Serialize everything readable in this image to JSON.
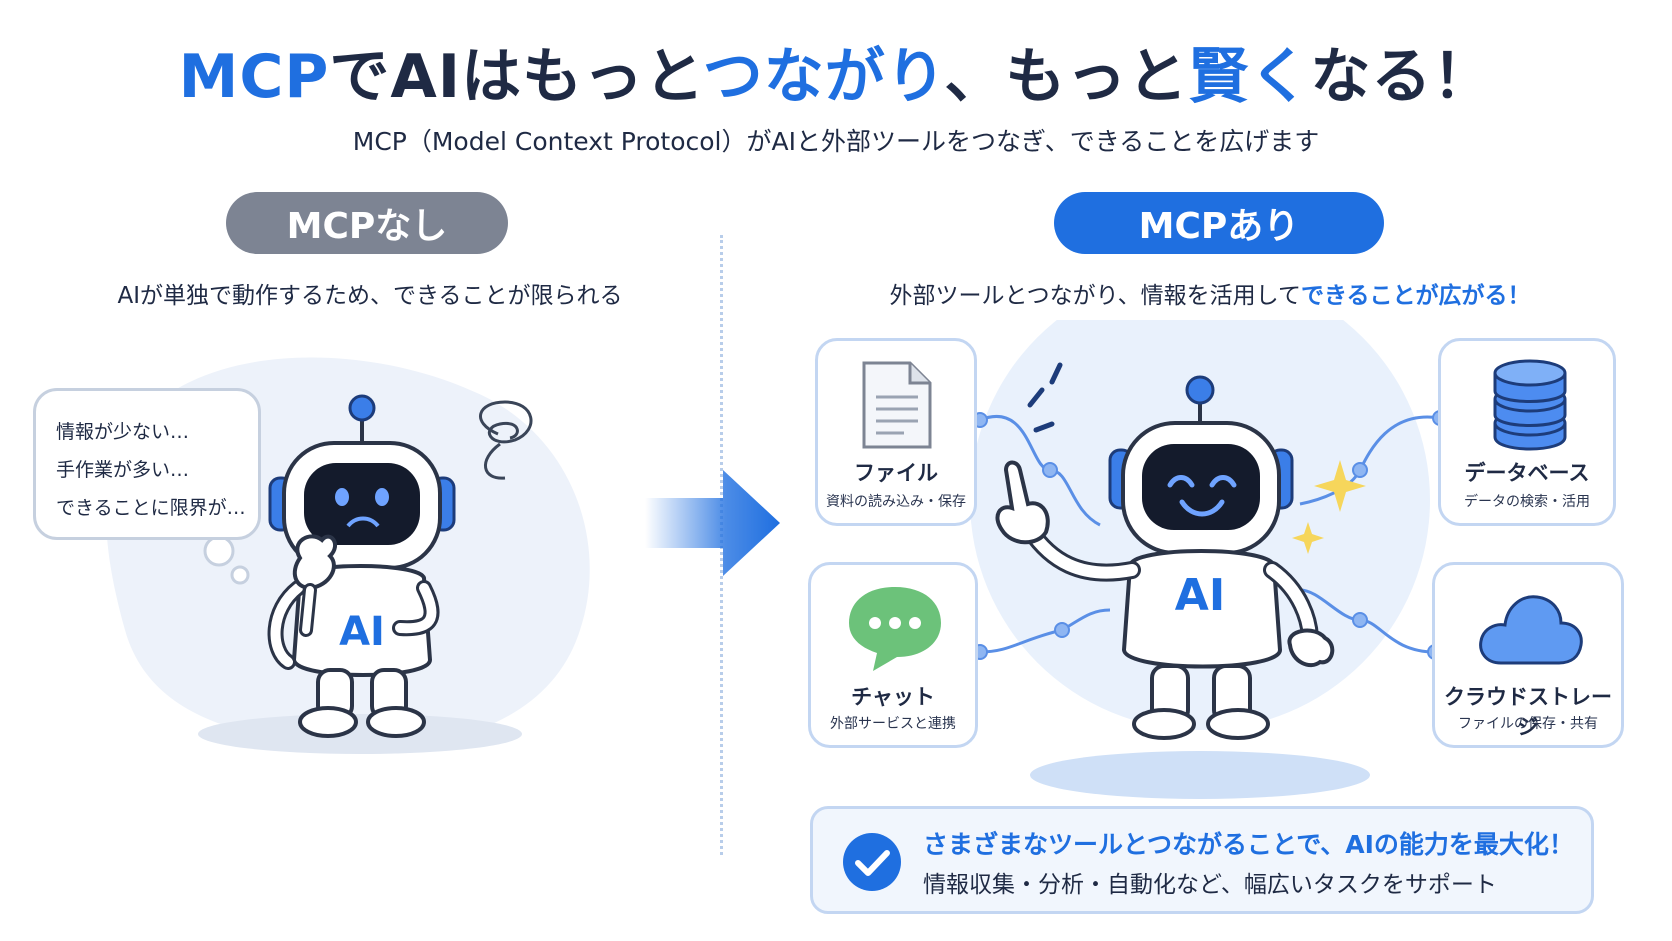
{
  "title": {
    "part1": "MCP",
    "part2": "でAIはもっと",
    "part3": "つながり",
    "part4": "、もっと",
    "part5": "賢く",
    "part6": "なる！"
  },
  "subtitle": "MCP（Model Context Protocol）がAIと外部ツールをつなぎ、できることを広げます",
  "left": {
    "pill": "MCPなし",
    "caption": "AIが単独で動作するため、できることが限られる",
    "bubble_lines": [
      "情報が少ない…",
      "手作業が多い…",
      "できることに限界が…"
    ],
    "robot_label": "AI"
  },
  "right": {
    "pill": "MCPあり",
    "caption_plain": "外部ツールとつながり、情報を活用して",
    "caption_highlight": "できることが広がる！",
    "robot_label": "AI",
    "tools": [
      {
        "name": "ファイル",
        "desc": "資料の読み込み・保存",
        "icon": "document-icon"
      },
      {
        "name": "データベース",
        "desc": "データの検索・活用",
        "icon": "database-icon"
      },
      {
        "name": "チャット",
        "desc": "外部サービスと連携",
        "icon": "chat-icon"
      },
      {
        "name": "クラウドストレージ",
        "desc": "ファイルの保存・共有",
        "icon": "cloud-icon"
      }
    ],
    "callout": {
      "line1": "さまざまなツールとつながることで、AIの能力を最大化！",
      "line2": "情報収集・分析・自動化など、幅広いタスクをサポート"
    }
  },
  "colors": {
    "accent": "#1f6fe0",
    "gray_pill": "#7d8493",
    "card_border": "#c3d6f2",
    "text": "#1f2a44"
  }
}
